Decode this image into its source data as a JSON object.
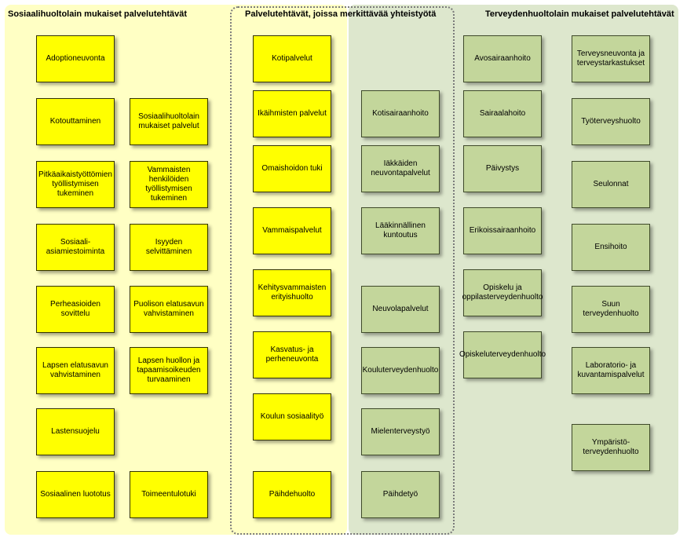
{
  "headings": {
    "social": "Sosiaalihuoltolain mukaiset palvelutehtävät",
    "shared": "Palvelutehtävät, joissa merkittävää yhteistyötä",
    "health": "Terveydenhuoltolain mukaiset palvelutehtävät"
  },
  "social_col1": [
    "Adoptioneuvonta",
    "Kotouttaminen",
    "Pitkäaikaistyöttömien työllistymisen tukeminen",
    "Sosiaali-asiamiestoiminta",
    "Perheasioiden sovittelu",
    "Lapsen elatusavun vahvistaminen",
    "Lastensuojelu",
    "Sosiaalinen luototus"
  ],
  "social_col2": [
    "Sosiaalihuoltolain mukaiset palvelut",
    "Vammaisten henkilöiden työllistymisen tukeminen",
    "Isyyden selvittäminen",
    "Puolison elatusavun vahvistaminen",
    "Lapsen huollon ja tapaamisoikeuden turvaaminen",
    "Toimeentulotuki"
  ],
  "shared_social": [
    "Kotipalvelut",
    "Ikäihmisten palvelut",
    "Omaishoidon tuki",
    "Vammaispalvelut",
    "Kehitysvammaisten erityishuolto",
    "Kasvatus- ja perheneuvonta",
    "Koulun sosiaalityö",
    "Päihdehuolto"
  ],
  "shared_health": [
    "Kotisairaanhoito",
    "Iäkkäiden neuvontapalvelut",
    "Lääkinnällinen kuntoutus",
    "Neuvolapalvelut",
    "Kouluterveydenhuolto",
    "Mielenterveystyö",
    "Päihdetyö"
  ],
  "health_col1": [
    "Avosairaanhoito",
    "Sairaalahoito",
    "Päivystys",
    "Erikoissairaanhoito",
    "Opiskelu ja oppilasterveydenhuolto",
    "Opiskeluterveydenhuolto"
  ],
  "health_col2": [
    "Terveysneuvonta ja terveystarkastukset",
    "Työterveyshuolto",
    "Seulonnat",
    "Ensihoito",
    "Suun terveydenhuolto",
    "Laboratorio- ja kuvantamispalvelut",
    "Ympäristö-terveydenhuolto"
  ]
}
